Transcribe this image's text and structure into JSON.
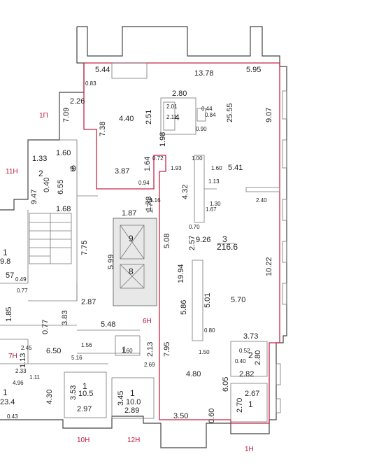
{
  "plan": {
    "main_room": {
      "number": "3",
      "area": "216.6"
    },
    "rooms": [
      {
        "id": "r1p",
        "label": "1П",
        "kind": "unit"
      },
      {
        "id": "r11n",
        "label": "11Н",
        "kind": "unit"
      },
      {
        "id": "r7n",
        "label": "7Н",
        "kind": "unit"
      },
      {
        "id": "r6n",
        "label": "6Н",
        "kind": "unit"
      },
      {
        "id": "r10n",
        "label": "10Н",
        "kind": "unit"
      },
      {
        "id": "r12n",
        "label": "12Н",
        "kind": "unit"
      },
      {
        "id": "r1n",
        "label": "1Н",
        "kind": "unit"
      }
    ],
    "room_numbers": [
      {
        "id": "n4",
        "text": "4"
      },
      {
        "id": "n2",
        "text": "2"
      },
      {
        "id": "n9",
        "text": "9"
      },
      {
        "id": "n9b",
        "text": "9"
      },
      {
        "id": "n8",
        "text": "8"
      },
      {
        "id": "n2b",
        "text": "2"
      },
      {
        "id": "n1a",
        "text": "1"
      },
      {
        "id": "n1b",
        "text": "1"
      },
      {
        "id": "n1c",
        "text": "1"
      },
      {
        "id": "n1d",
        "text": "1"
      },
      {
        "id": "n1e",
        "text": "1"
      },
      {
        "id": "n1f",
        "text": "1"
      }
    ],
    "areas": [
      {
        "id": "a105",
        "text": "10.5"
      },
      {
        "id": "a100",
        "text": "10.0"
      },
      {
        "id": "a234",
        "text": "23.4"
      },
      {
        "id": "a98",
        "text": "9.8"
      }
    ],
    "dims": [
      "5.44",
      "13.78",
      "5.95",
      "0.83",
      "2.80",
      "2.26",
      "4.40",
      "2.01",
      "2.51",
      "2.11",
      "0.44",
      "0.84",
      "0.90",
      "25.55",
      "9.07",
      "7.09",
      "7.38",
      "1.33",
      "1.60",
      "1.98",
      "9",
      "3.87",
      "1.64",
      "0.72",
      "1.00",
      "1.93",
      "1.60",
      "1.13",
      "5.41",
      "9.47",
      "0.40",
      "6.55",
      "0.94",
      "4.32",
      "1.67",
      "1.30",
      "2.40",
      "1.68",
      "1.73",
      "1.16",
      "1.87",
      "1.79",
      "0.70",
      "9.26",
      "7.75",
      "5.08",
      "2.57",
      "5.99",
      "10.22",
      "19.94",
      "57",
      "0.49",
      "0.77",
      "2.87",
      "3.83",
      "5.86",
      "5.01",
      "5.70",
      "1.85",
      "5.48",
      "0.80",
      "3.73",
      "0.77",
      "2.45",
      "1.56",
      "1.60",
      "2.13",
      "1.50",
      "0.52",
      "6.50",
      "2.69",
      "7.95",
      "0.40",
      "2.80",
      "2.33",
      "1.13",
      "5.16",
      "2.82",
      "1.11",
      "4.96",
      "4.80",
      "6.05",
      "2.67",
      "3.53",
      "4.30",
      "3.45",
      "2.97",
      "2.89",
      "0.43",
      "3.50",
      "0.60",
      "2.70"
    ]
  }
}
